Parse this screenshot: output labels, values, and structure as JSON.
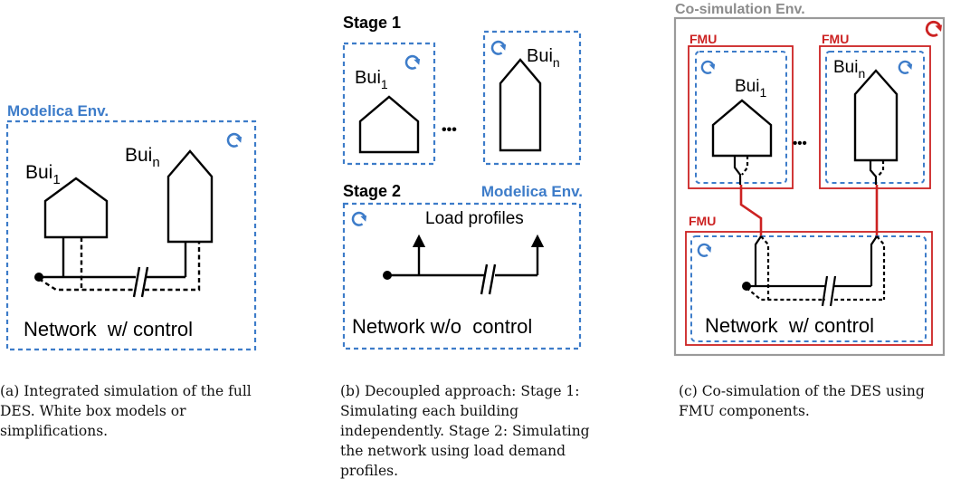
{
  "panel_a": {
    "env_label": "Modelica Env.",
    "building_1": {
      "base": "Bui",
      "sub": "1"
    },
    "building_n": {
      "base": "Bui",
      "sub": "n"
    },
    "network_label": "Network  w/ control",
    "caption": "(a)  Integrated simulation of the full DES. White box models or simplifications."
  },
  "panel_b": {
    "stage1_label": "Stage 1",
    "stage2_label": "Stage 2",
    "env_label": "Modelica Env.",
    "building_1": {
      "base": "Bui",
      "sub": "1"
    },
    "building_n": {
      "base": "Bui",
      "sub": "n"
    },
    "ellipsis": "•••",
    "load_profiles_label": "Load profiles",
    "network_label": "Network w/o  control",
    "caption": "(b)  Decoupled approach: Stage 1: Simulating each building independently. Stage 2: Simulating the network using load demand profiles."
  },
  "panel_c": {
    "env_label": "Co-simulation Env.",
    "fmu_label_1": "FMU",
    "fmu_label_2": "FMU",
    "fmu_label_3": "FMU",
    "building_1": {
      "base": "Bui",
      "sub": "1"
    },
    "building_n": {
      "base": "Bui",
      "sub": "n"
    },
    "ellipsis": "•••",
    "network_label": "Network  w/ control",
    "caption": "(c)  Co-simulation of the DES using FMU components."
  },
  "colors": {
    "modelica_blue": "#3d7cc9",
    "fmu_red": "#cc2222",
    "cosim_gray": "#8c8c8c"
  },
  "icons": [
    "cycle-arrow-icon",
    "house-icon",
    "load-arrow-icon",
    "line-break-icon"
  ]
}
